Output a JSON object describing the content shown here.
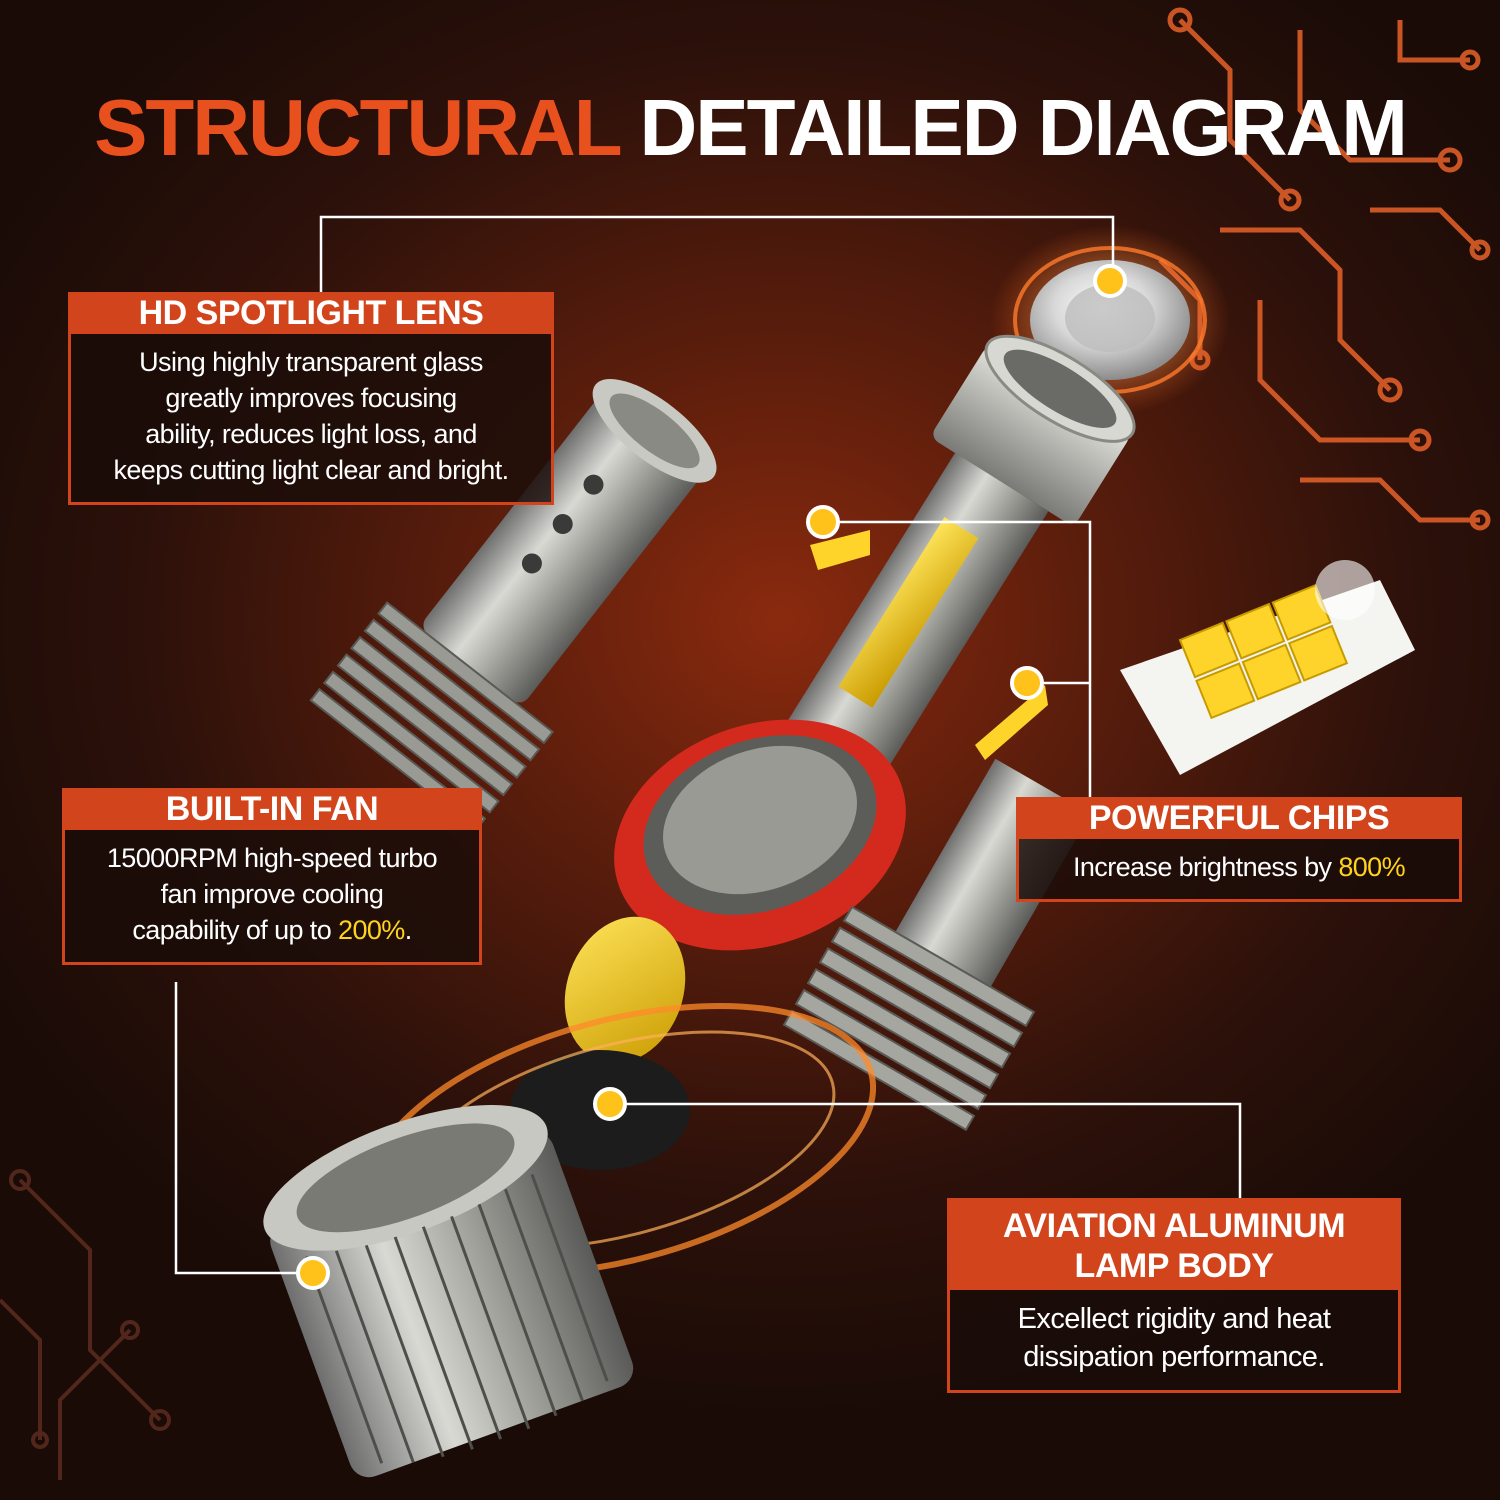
{
  "title": {
    "part1": "STRUCTURAL",
    "part2": "DETAILED DIAGRAM"
  },
  "colors": {
    "accent": "#d2451c",
    "title_orange": "#e8501e",
    "highlight_yellow": "#ffd21e",
    "marker_yellow": "#ffc21a"
  },
  "callouts": {
    "lens": {
      "heading": "HD SPOTLIGHT LENS",
      "lines": [
        "Using highly transparent glass",
        "greatly improves focusing",
        "ability, reduces light loss, and",
        "keeps cutting light clear and bright."
      ]
    },
    "fan": {
      "heading": "BUILT-IN FAN",
      "line1": "15000RPM high-speed turbo",
      "line2": "fan improve cooling",
      "line3_prefix": "capability of up to ",
      "line3_highlight": "200%",
      "line3_suffix": "."
    },
    "chips": {
      "heading": "POWERFUL CHIPS",
      "text_prefix": "Increase brightness by ",
      "text_highlight": "800%"
    },
    "body": {
      "heading_line1": "AVIATION ALUMINUM",
      "heading_line2": "LAMP BODY",
      "lines": [
        "Excellect rigidity and heat",
        "dissipation performance."
      ]
    }
  }
}
